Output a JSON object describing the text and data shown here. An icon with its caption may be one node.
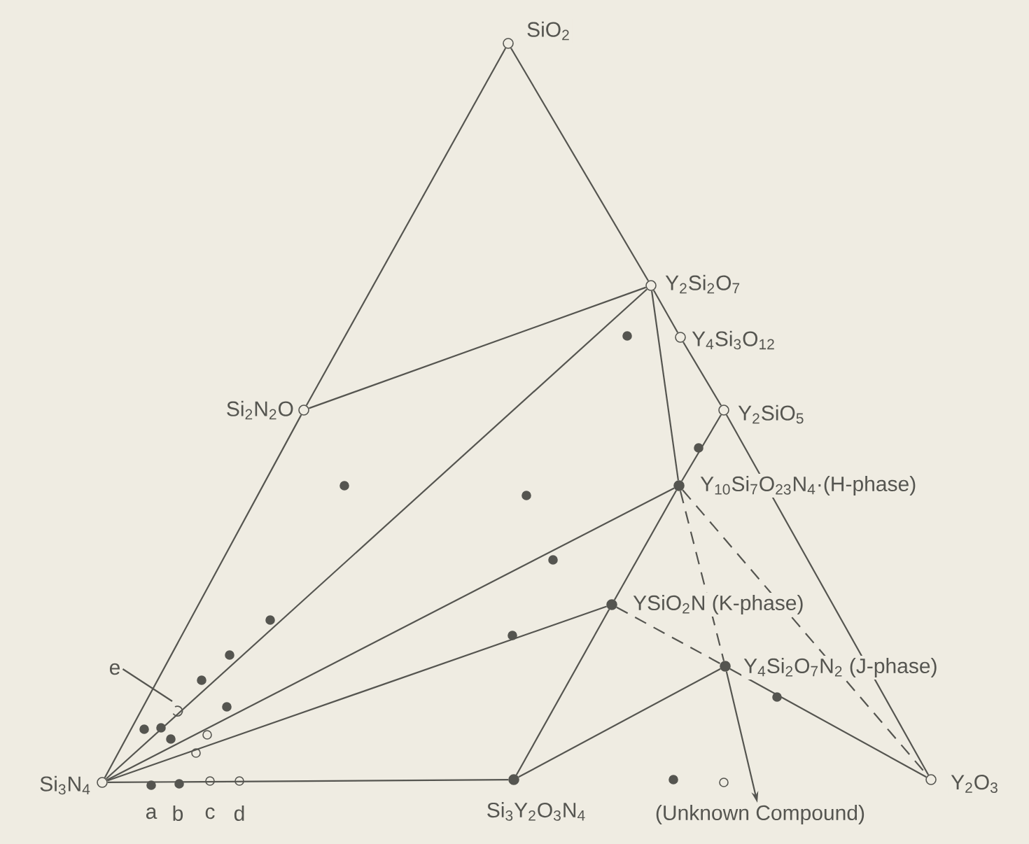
{
  "diagram": {
    "nodes": [
      {
        "text": [],
        "shape": "circle",
        "beside": [
          "SiO$_{2}$"
        ]
      },
      {
        "text": [],
        "shape": "circle",
        "beside": [
          "Y$_{2}$Si$_{2}$O$_{7}$"
        ]
      },
      {
        "text": [],
        "shape": "circle",
        "beside": [
          "Y$_{4}$Si$_{3}$O$_{12}$"
        ]
      },
      {
        "text": [],
        "shape": "circle",
        "beside": [
          "Si$_{2}$N$_{2}$O"
        ]
      },
      {
        "text": [],
        "shape": "circle",
        "beside": [
          "Y$_{2}$SiO$_{5}$"
        ]
      },
      {
        "text": [],
        "shape": "circle",
        "beside": [
          "Y$_{10}$Si$_{7}$O$_{23}$N$_{4}$·(H-phase)"
        ]
      },
      {
        "text": [],
        "shape": "circle",
        "beside": [
          "YSiO$_{2}$N (K-phase)"
        ]
      },
      {
        "text": [],
        "shape": "circle",
        "beside": [
          "Y$_{4}$Si$_{2}$O$_{7}$N$_{2}$ (J-phase)"
        ]
      },
      {
        "text": [],
        "shape": "circle",
        "beside": [
          "Si$_{3}$N$_{4}$"
        ]
      },
      {
        "text": [],
        "shape": "circle",
        "beside": [
          "Si$_{3}$Y$_{2}$O$_{3}$N$_{4}$"
        ]
      },
      {
        "text": [],
        "shape": "circle",
        "beside": [
          "Y$_{2}$O$_{3}$"
        ]
      },
      {
        "text": [
          "(Unknown Compound)"
        ]
      },
      {
        "text": [
          "e"
        ]
      }
    ],
    "edges": [
      {
        "from": 8,
        "to": 3,
        "arrow": "none"
      },
      {
        "from": 3,
        "to": 0,
        "arrow": "none"
      },
      {
        "from": 0,
        "to": 1,
        "arrow": "none"
      },
      {
        "from": 1,
        "to": 2,
        "arrow": "none"
      },
      {
        "from": 2,
        "to": 4,
        "arrow": "none"
      },
      {
        "from": 4,
        "to": 10,
        "arrow": "none"
      },
      {
        "from": 3,
        "to": 1,
        "arrow": "none"
      },
      {
        "from": 8,
        "to": 1,
        "arrow": "none"
      },
      {
        "from": 1,
        "to": 5,
        "arrow": "none"
      },
      {
        "from": 4,
        "to": 5,
        "arrow": "none"
      },
      {
        "from": 8,
        "to": 5,
        "arrow": "none"
      },
      {
        "from": 8,
        "to": 6,
        "arrow": "none"
      },
      {
        "from": 5,
        "to": 6,
        "arrow": "none"
      },
      {
        "from": 6,
        "to": 9,
        "arrow": "none"
      },
      {
        "from": 6,
        "to": 7,
        "arrow": "none",
        "style": "dashed"
      },
      {
        "from": 5,
        "to": 7,
        "arrow": "none",
        "style": "dashed"
      },
      {
        "from": 5,
        "to": 10,
        "arrow": "none",
        "style": "dashed"
      },
      {
        "from": 7,
        "to": 10,
        "arrow": "none"
      },
      {
        "from": 7,
        "to": 9,
        "arrow": "none"
      },
      {
        "from": 8,
        "to": 9,
        "arrow": "none"
      },
      {
        "from": 7,
        "to": 11,
        "arrow": "to"
      },
      {
        "from": 12,
        "to": null,
        "arrow": "none"
      }
    ],
    "labels": [
      "a",
      "b",
      "c",
      "d"
    ]
  }
}
